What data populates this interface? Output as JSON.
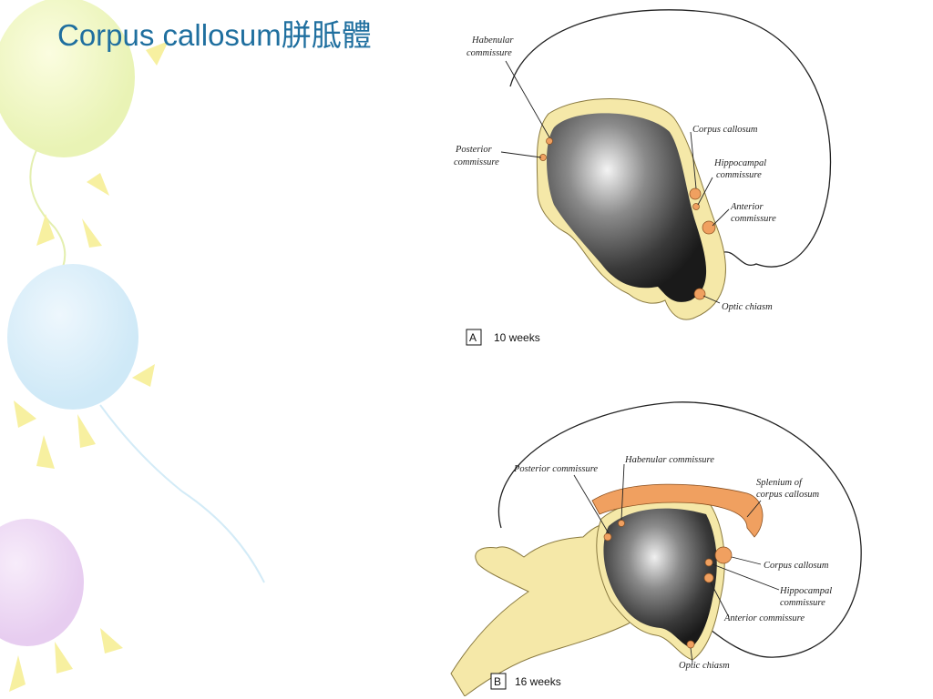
{
  "slide": {
    "title": "Corpus callosum胼胝體"
  },
  "figure_a": {
    "panel_letter": "A",
    "stage": "10 weeks",
    "labels": {
      "habenular": [
        "Habenular",
        "commissure"
      ],
      "posterior": [
        "Posterior",
        "commissure"
      ],
      "corpus": "Corpus callosum",
      "hippocampal": [
        "Hippocampal",
        "commissure"
      ],
      "anterior": [
        "Anterior",
        "commissure"
      ],
      "optic": "Optic chiasm"
    }
  },
  "figure_b": {
    "panel_letter": "B",
    "stage": "16 weeks",
    "labels": {
      "posterior": "Posterior commissure",
      "habenular": "Habenular commissure",
      "splenium": [
        "Splenium of",
        "corpus callosum"
      ],
      "corpus": "Corpus callosum",
      "hippocampal": [
        "Hippocampal",
        "commissure"
      ],
      "anterior": "Anterior commissure",
      "optic": "Optic chiasm"
    }
  },
  "colors": {
    "title": "#1f6f9f",
    "neural_tissue": "#f5e8a8",
    "commissure": "#f0a060",
    "ventricle": "#3a3a3a"
  }
}
